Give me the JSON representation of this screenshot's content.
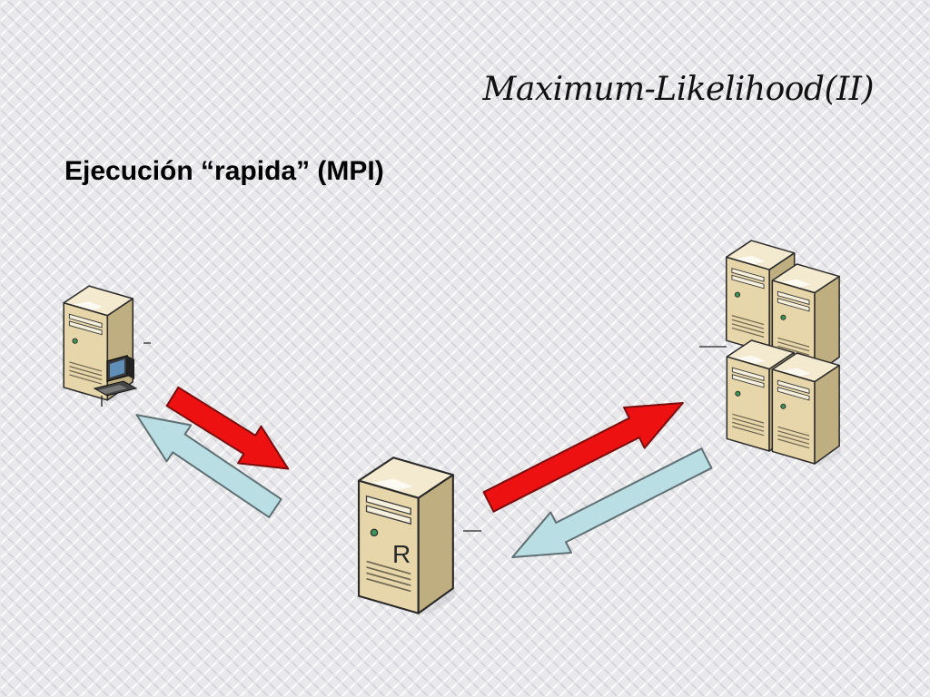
{
  "slide": {
    "title": "Maximum-Likelihood(II)",
    "subtitle": "Ejecución “rapida” (MPI)"
  },
  "diagram": {
    "nodes": [
      {
        "id": "client-server",
        "kind": "server-with-workstation"
      },
      {
        "id": "r-server",
        "kind": "server",
        "label": "R"
      },
      {
        "id": "cluster",
        "kind": "server-cluster",
        "units": 4
      }
    ],
    "edges": [
      {
        "from": "client-server",
        "to": "r-server",
        "direction": "request"
      },
      {
        "from": "r-server",
        "to": "client-server",
        "direction": "response"
      },
      {
        "from": "r-server",
        "to": "cluster",
        "direction": "request"
      },
      {
        "from": "cluster",
        "to": "r-server",
        "direction": "response"
      }
    ]
  },
  "colors": {
    "request_arrow": "#ee1111",
    "response_arrow": "#b9dfe4",
    "server_front": "#e6d6a9",
    "server_side": "#bfae80",
    "server_top": "#f3ead0"
  }
}
